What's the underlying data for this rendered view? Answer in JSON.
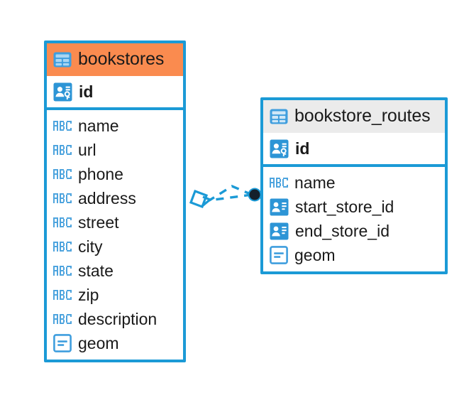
{
  "diagram": {
    "type": "entity-relationship-diagram",
    "background_color": "#ffffff",
    "accent_color": "#1b9ad6",
    "selected_color": "#fa8b4f",
    "header_color": "#ebebeb",
    "entities": [
      {
        "name": "bookstores",
        "table_icon": "table-icon",
        "selected": true,
        "primary_key": {
          "label": "id",
          "icon": "primary-key-icon"
        },
        "fields": [
          {
            "label": "name",
            "icon": "abc-text-icon"
          },
          {
            "label": "url",
            "icon": "abc-text-icon"
          },
          {
            "label": "phone",
            "icon": "abc-text-icon"
          },
          {
            "label": "address",
            "icon": "abc-text-icon"
          },
          {
            "label": "street",
            "icon": "abc-text-icon"
          },
          {
            "label": "city",
            "icon": "abc-text-icon"
          },
          {
            "label": "state",
            "icon": "abc-text-icon"
          },
          {
            "label": "zip",
            "icon": "abc-text-icon"
          },
          {
            "label": "description",
            "icon": "abc-text-icon"
          },
          {
            "label": "geom",
            "icon": "geometry-icon"
          }
        ]
      },
      {
        "name": "bookstore_routes",
        "table_icon": "table-icon",
        "selected": false,
        "primary_key": {
          "label": "id",
          "icon": "primary-key-icon"
        },
        "fields": [
          {
            "label": "name",
            "icon": "abc-text-icon"
          },
          {
            "label": "start_store_id",
            "icon": "foreign-key-icon"
          },
          {
            "label": "end_store_id",
            "icon": "foreign-key-icon"
          },
          {
            "label": "geom",
            "icon": "geometry-icon"
          }
        ]
      }
    ],
    "relationship": {
      "source_entity": "bookstores",
      "target_entity": "bookstore_routes",
      "line_style": "dashed",
      "source_endpoint": "diamond-endpoint",
      "target_endpoint": "circle-endpoint",
      "cardinality": "one-to-many"
    }
  }
}
